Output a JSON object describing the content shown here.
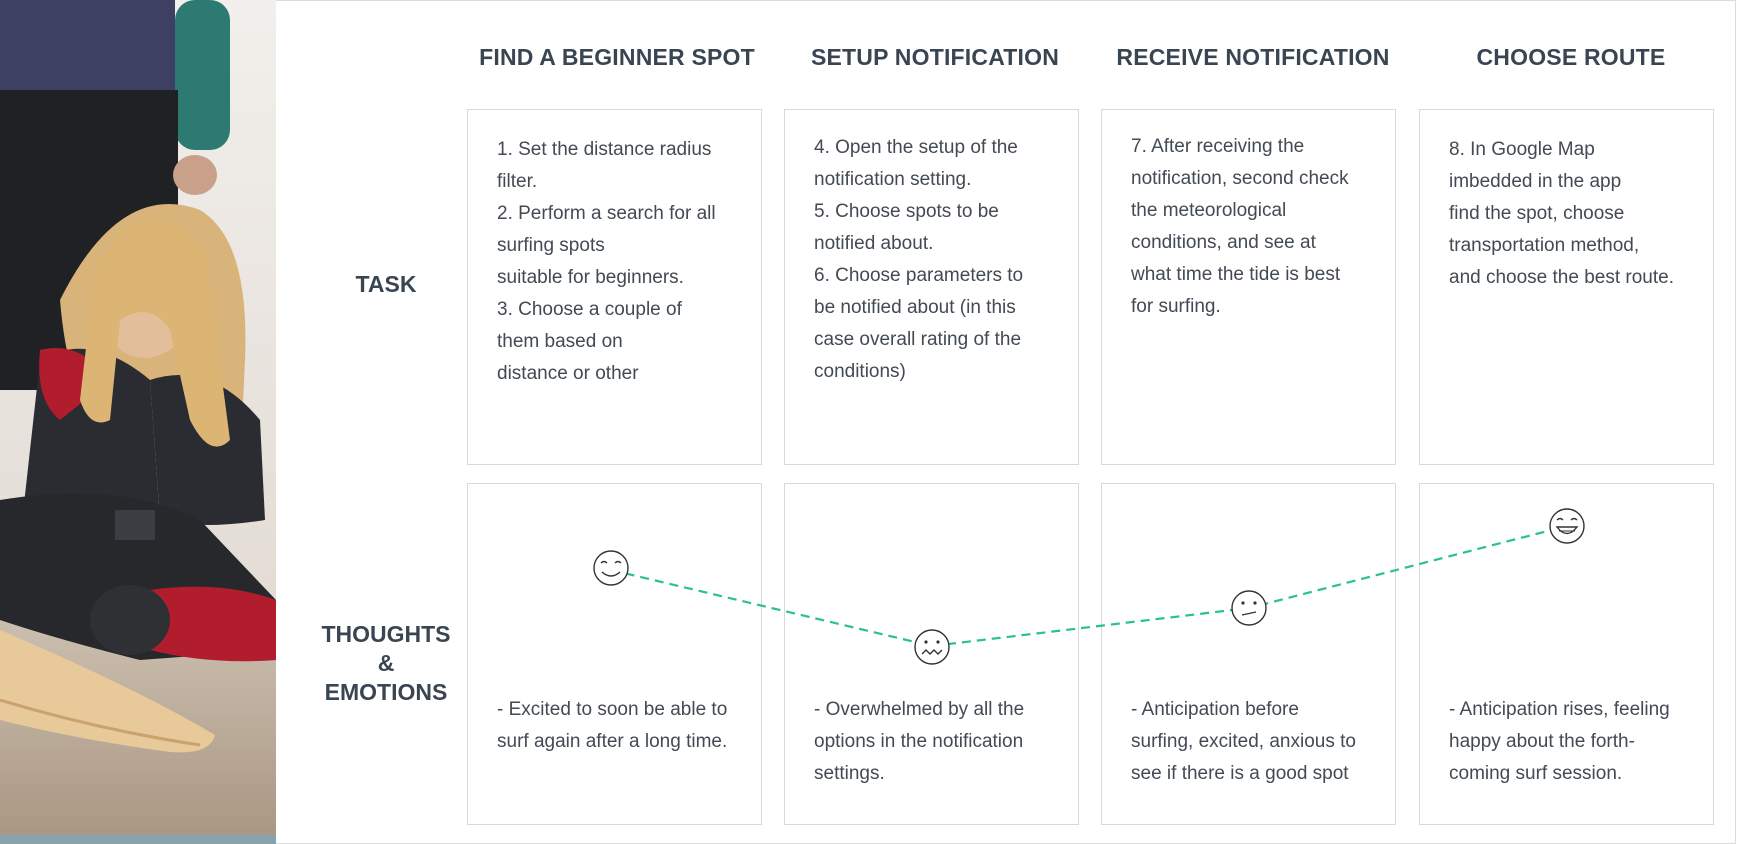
{
  "columns": [
    {
      "title": "FIND A BEGINNER SPOT",
      "task_lines": [
        "1. Set the distance radius",
        "filter.",
        "2. Perform a search for all",
        "surfing spots",
        "suitable for beginners.",
        "3. Choose a couple of",
        "them based on",
        "distance or other"
      ],
      "emotion_lines": [
        "- Excited to soon be able to",
        "surf again after a long time."
      ],
      "emoji": "smiling-face"
    },
    {
      "title": "SETUP NOTIFICATION",
      "task_lines": [
        "4. Open the setup of the",
        "notification setting.",
        "5. Choose spots to be",
        "notified about.",
        "6. Choose parameters to",
        "be notified about (in this",
        "case overall rating of the",
        "conditions)"
      ],
      "emotion_lines": [
        "- Overwhelmed by all the",
        "options in the notification",
        "settings."
      ],
      "emoji": "grimacing-face"
    },
    {
      "title": "RECEIVE NOTIFICATION",
      "task_lines": [
        "7. After receiving the",
        "notification, second check",
        "the meteorological",
        "conditions, and see at",
        "what time the tide is best",
        "for surfing."
      ],
      "emotion_lines": [
        "- Anticipation before",
        "surfing, excited, anxious to",
        "see if there is a good spot"
      ],
      "emoji": "confused-face"
    },
    {
      "title": "CHOOSE ROUTE",
      "task_lines": [
        "8. In Google Map",
        "imbedded in the app",
        "find the spot, choose",
        "transportation method,",
        "and choose the best route."
      ],
      "emotion_lines": [
        "- Anticipation rises, feeling",
        "happy about the forth-",
        "coming surf session."
      ],
      "emoji": "grinning-face"
    }
  ],
  "row_labels": {
    "task": "TASK",
    "thoughts_lines": [
      "THOUGHTS",
      "&",
      "EMOTIONS"
    ]
  },
  "colors": {
    "heading": "#3a4552",
    "text": "#424a53",
    "card_border": "#d9d9d9",
    "emotion_line": "#2bbf94"
  }
}
